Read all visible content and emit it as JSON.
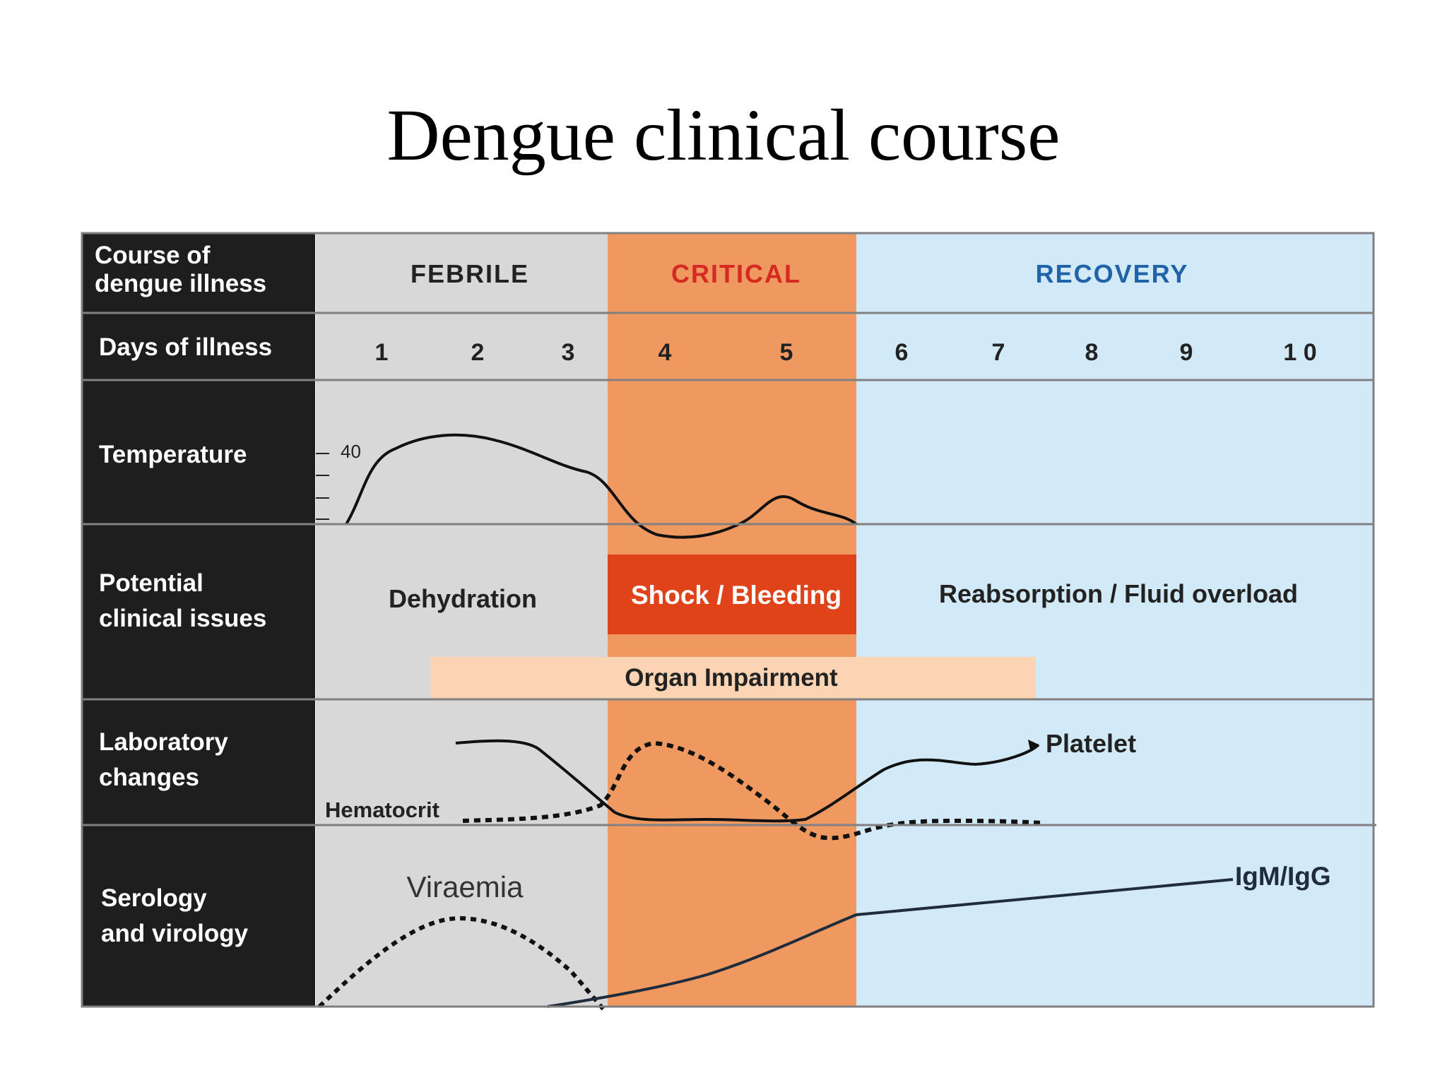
{
  "title": "Dengue clinical course",
  "colors": {
    "febrile": "#d8d8d8",
    "critical": "#ef9961",
    "recovery": "#d2e9f7",
    "label_column": "#1e1e1e",
    "critical_text": "#d52a22",
    "recovery_text": "#2163a8",
    "shock_box": "#e0421a",
    "organ_band": "#fbd4b4",
    "border": "#808080"
  },
  "rows": {
    "course": "Course of dengue illness",
    "course_lines": [
      "Course of",
      "dengue illness"
    ],
    "days": "Days of illness",
    "temperature": "Temperature",
    "issues_lines": [
      "Potential",
      "clinical issues"
    ],
    "lab_lines": [
      "Laboratory",
      "changes"
    ],
    "serology_lines": [
      "Serology",
      "and virology"
    ]
  },
  "phases": {
    "febrile": "FEBRILE",
    "critical": "CRITICAL",
    "recovery": "RECOVERY"
  },
  "days": [
    "1",
    "2",
    "3",
    "4",
    "5",
    "6",
    "7",
    "8",
    "9",
    "1 0"
  ],
  "temperature_tick_label": "40",
  "issues": {
    "dehydration": "Dehydration",
    "shock": "Shock / Bleeding",
    "reabsorption": "Reabsorption / Fluid overload",
    "organ": "Organ Impairment"
  },
  "lab": {
    "hematocrit": "Hematocrit",
    "platelet": "Platelet"
  },
  "serology": {
    "viraemia": "Viraemia",
    "igm": "IgM/IgG"
  }
}
